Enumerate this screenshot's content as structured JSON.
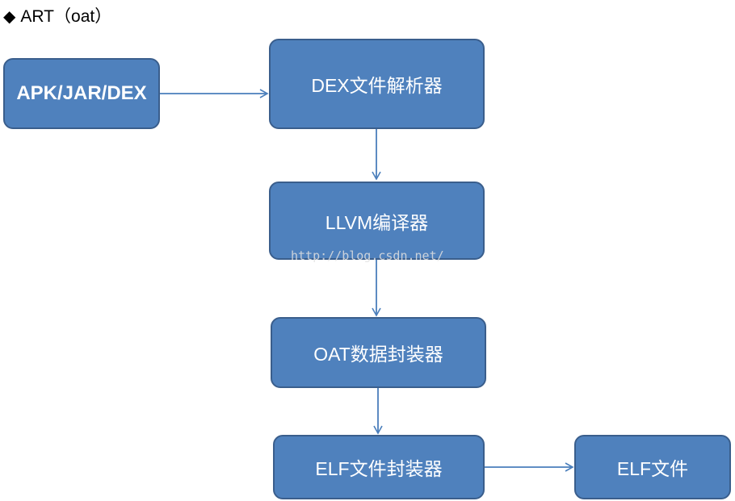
{
  "heading": {
    "bullet": "◆",
    "text": "ART（oat）"
  },
  "nodes": {
    "source": "APK/JAR/DEX",
    "dex_parser": "DEX文件解析器",
    "llvm_compiler": "LLVM编译器",
    "oat_packager": "OAT数据封装器",
    "elf_packager": "ELF文件封装器",
    "elf_file": "ELF文件"
  },
  "watermark": "http://blog.csdn.net/",
  "colors": {
    "node_fill": "#4f81bd",
    "node_border": "#3a5e8c",
    "edge": "#4a7ebb",
    "node_text": "#ffffff"
  }
}
